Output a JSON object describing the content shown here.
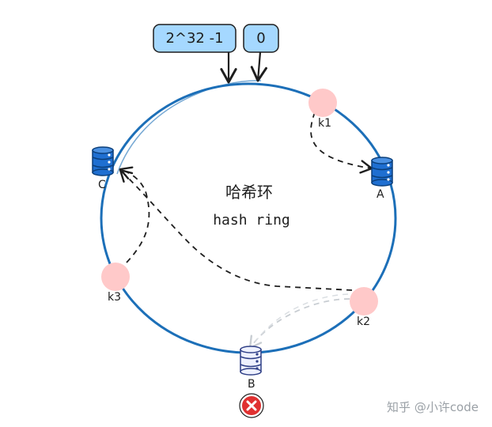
{
  "ring": {
    "start_label": "2^32 -1",
    "zero_label": "0",
    "title": "哈希环",
    "subtitle": "hash ring"
  },
  "servers": {
    "a": {
      "label": "A",
      "icon": "database-icon",
      "color": "#1f6fd1"
    },
    "b": {
      "label": "B",
      "icon": "database-icon",
      "color": "#ffffff",
      "status": "failed"
    },
    "c": {
      "label": "C",
      "icon": "database-icon",
      "color": "#1f6fd1"
    }
  },
  "keys": {
    "k1": {
      "label": "k1",
      "color": "#ffc9c9"
    },
    "k2": {
      "label": "k2",
      "color": "#ffc9c9"
    },
    "k3": {
      "label": "k3",
      "color": "#ffc9c9"
    }
  },
  "failure_icon": "close-circle-icon",
  "watermark": "知乎 @小许code",
  "colors": {
    "ring": "#1c6fb8",
    "label_box_fill": "#a5d8ff",
    "label_box_stroke": "#1e1e1e",
    "error": "#e03131"
  }
}
